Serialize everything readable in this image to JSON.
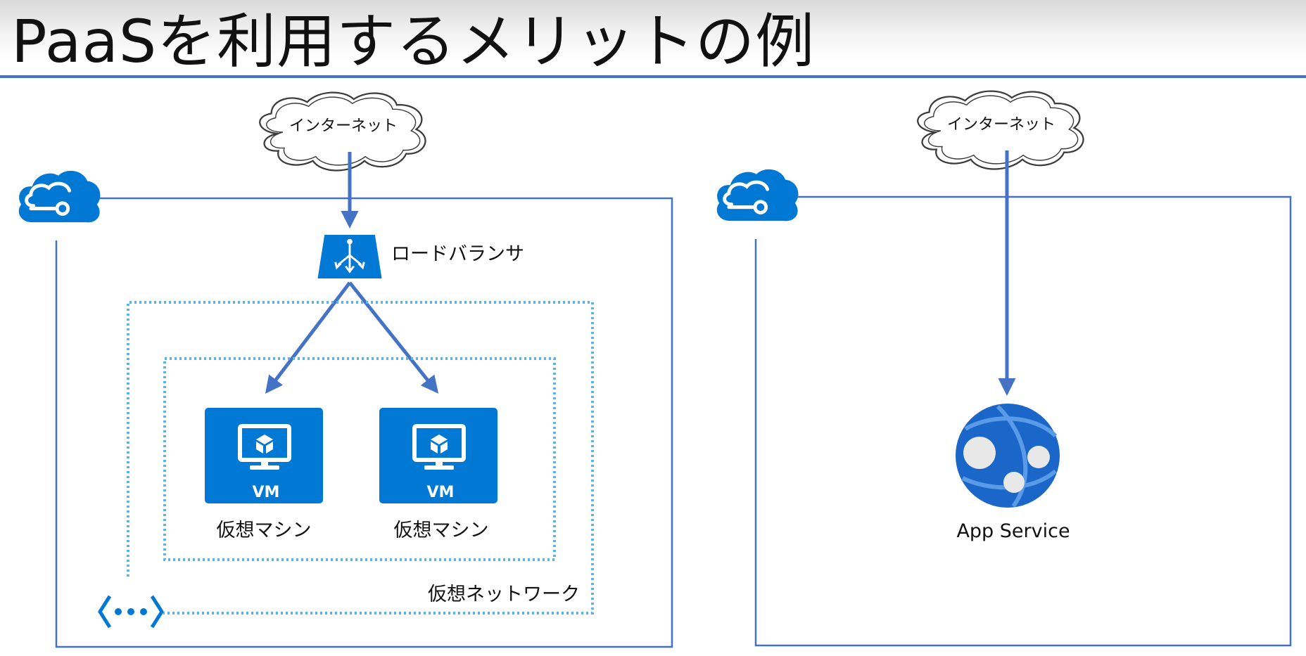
{
  "title": "PaaSを利用するメリットの例",
  "colors": {
    "line": "#4472c4",
    "azure_blue": "#0078d4",
    "vnet_dots": "#5bb3e8",
    "text": "#111111"
  },
  "left": {
    "internet_label": "インターネット",
    "load_balancer_label": "ロードバランサ",
    "vm_badge": "VM",
    "vm_labels": [
      "仮想マシン",
      "仮想マシン"
    ],
    "vnet_label": "仮想ネットワーク"
  },
  "right": {
    "internet_label": "インターネット",
    "app_service_label": "App Service"
  }
}
